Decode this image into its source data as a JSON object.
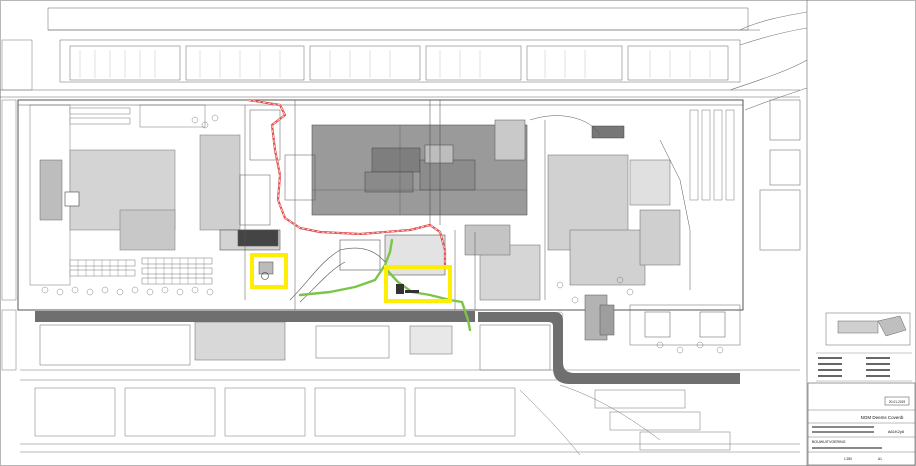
{
  "drawing": {
    "colors": {
      "background": "#ffffff",
      "linework": "#555555",
      "building_fill": "#9a9a9a",
      "building_dark": "#7e7e7e",
      "road_band": "#6f6f6f",
      "highlight": "#ffee00",
      "route_red": "#e05050",
      "route_green": "#7cc447"
    }
  },
  "title_block": {
    "project": "NGM Deems Covenb",
    "code": "A61K2y6",
    "section": "BOUWUITVOERING",
    "revision_stamp": "20-01-2019",
    "scale": "1:250",
    "sheet": "A1"
  }
}
